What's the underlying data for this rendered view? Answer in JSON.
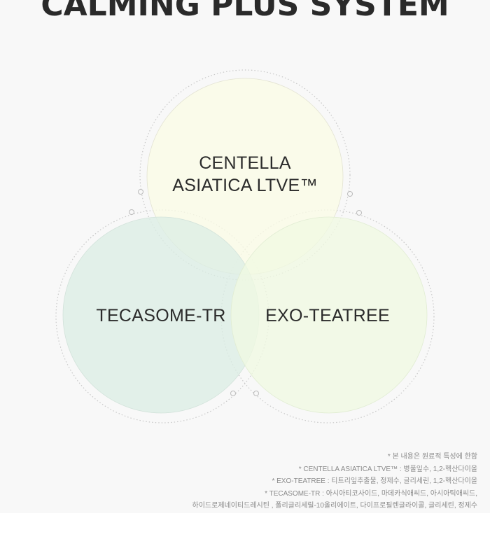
{
  "headline": "CALMING PLUS SYSTEM",
  "circles": {
    "top": {
      "line1": "CENTELLA",
      "line2": "ASIATICA LTVE™",
      "fill": "#fbfce5"
    },
    "left": {
      "label": "TECASOME-TR",
      "fill": "#dbeee4"
    },
    "right": {
      "label": "EXO-TEATREE",
      "fill": "#f0f9e2"
    }
  },
  "notes": [
    "* 본 내용은 원료적 특성에 한함",
    "* CENTELLA ASIATICA LTVE™ : 병풀잎수, 1,2-헥산다이올",
    "* EXO-TEATREE : 티트리잎추출물, 정제수, 글리세린, 1,2-헥산다이올",
    "* TECASOME-TR : 아시아티코사이드, 마데카식애씨드, 아시아틱애씨드,",
    "하이드로제네이티드레시틴 , 폴리글리세릴-10올리에이트, 다이프로필렌글라이콜, 글리세린, 정제수"
  ]
}
